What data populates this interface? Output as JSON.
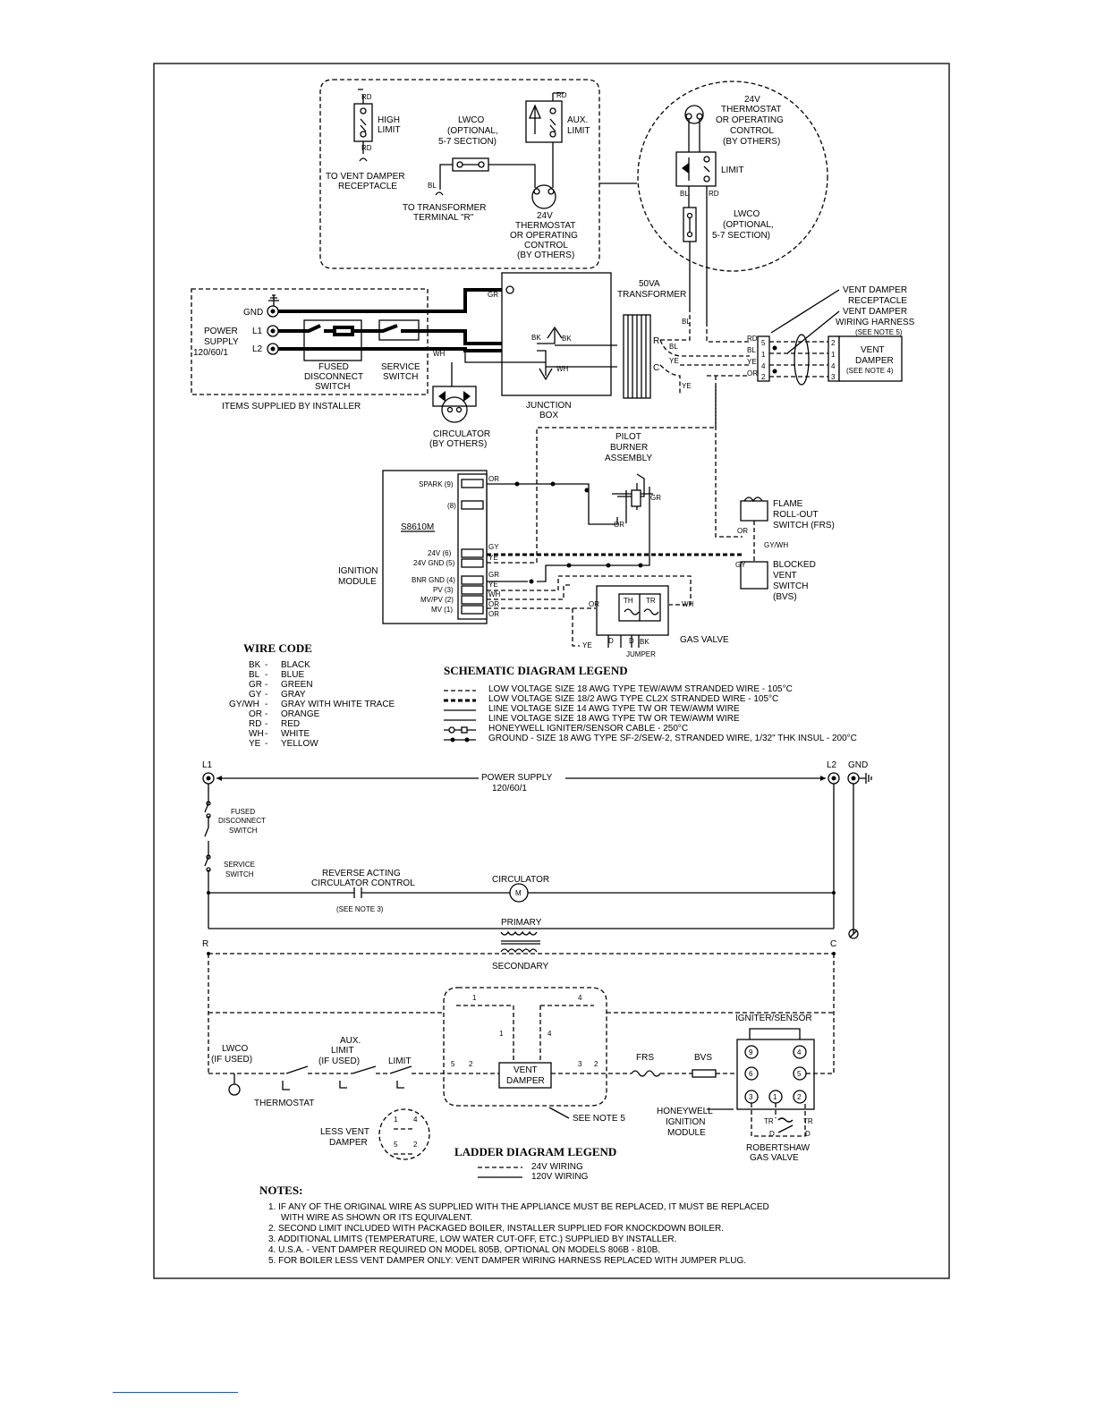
{
  "inset": {
    "high_limit": [
      "HIGH",
      "LIMIT"
    ],
    "lwco": [
      "LWCO",
      "(OPTIONAL,",
      "5-7 SECTION)"
    ],
    "aux_limit": [
      "AUX.",
      "LIMIT"
    ],
    "to_vent_damper": [
      "TO VENT DAMPER",
      "RECEPTACLE"
    ],
    "to_transformer": [
      "TO TRANSFORMER",
      "TERMINAL \"R\""
    ],
    "thermostat": [
      "24V",
      "THERMOSTAT",
      "OR OPERATING",
      "CONTROL",
      "(BY OTHERS)"
    ],
    "rd": "RD",
    "bl": "BL"
  },
  "circle_detail": {
    "thermostat": [
      "24V",
      "THERMOSTAT",
      "OR OPERATING",
      "CONTROL",
      "(BY OTHERS)"
    ],
    "limit": "LIMIT",
    "lwco": [
      "LWCO",
      "(OPTIONAL,",
      "5-7 SECTION)"
    ],
    "bl": "BL",
    "rd": "RD"
  },
  "power": {
    "label": [
      "POWER",
      "SUPPLY",
      "120/60/1"
    ],
    "gnd": "GND",
    "l1": "L1",
    "l2": "L2",
    "fused": [
      "FUSED",
      "DISCONNECT",
      "SWITCH"
    ],
    "service": [
      "SERVICE",
      "SWITCH"
    ],
    "items_supplied": "ITEMS SUPPLIED BY INSTALLER"
  },
  "junction": {
    "label": [
      "JUNCTION",
      "BOX"
    ],
    "gr": "GR",
    "bk": "BK",
    "wh": "WH",
    "circulator": [
      "CIRCULATOR",
      "(BY OTHERS)"
    ]
  },
  "transformer": {
    "label": [
      "50VA",
      "TRANSFORMER"
    ],
    "r": "R",
    "c": "C",
    "bl": "BL",
    "ye": "YE"
  },
  "vent": {
    "receptacle": [
      "VENT DAMPER",
      "RECEPTACLE"
    ],
    "harness": [
      "VENT DAMPER",
      "WIRING HARNESS",
      "(SEE NOTE 5)"
    ],
    "damper": [
      "VENT",
      "DAMPER",
      "(SEE NOTE 4)"
    ],
    "pins_left": [
      "5",
      "1",
      "4",
      "2"
    ],
    "pins_right": [
      "2",
      "1",
      "4",
      "3"
    ],
    "wires": [
      "RD",
      "BL",
      "YE",
      "OR"
    ]
  },
  "pilot": {
    "label": [
      "PILOT",
      "BURNER",
      "ASSEMBLY"
    ],
    "gr": "GR",
    "or": "OR"
  },
  "frs": {
    "label": [
      "FLAME",
      "ROLL-OUT",
      "SWITCH (FRS)"
    ],
    "or": "OR",
    "gywh": "GY/WH"
  },
  "bvs": {
    "label": [
      "BLOCKED",
      "VENT",
      "SWITCH",
      "(BVS)"
    ],
    "gy": "GY"
  },
  "module": {
    "name": "S8610M",
    "label": [
      "IGNITION",
      "MODULE"
    ],
    "terminals": [
      "SPARK (9)",
      "(8)",
      "24V (6)",
      "24V GND (5)",
      "BNR GND (4)",
      "PV (3)",
      "MV/PV (2)",
      "MV (1)"
    ],
    "wires": [
      "OR",
      "GY",
      "YE",
      "GR",
      "YE",
      "WH",
      "OR",
      "OR"
    ]
  },
  "gas_valve": {
    "label": "GAS VALVE",
    "th": "TH",
    "tr": "TR",
    "d": "D",
    "ye": "YE",
    "or": "OR",
    "wh": "WH",
    "bk": "BK",
    "jumper": "JUMPER"
  },
  "wire_code": {
    "title": "WIRE CODE",
    "rows": [
      [
        "BK",
        "BLACK"
      ],
      [
        "BL",
        "BLUE"
      ],
      [
        "GR",
        "GREEN"
      ],
      [
        "GY",
        "GRAY"
      ],
      [
        "GY/WH",
        "GRAY WITH WHITE TRACE"
      ],
      [
        "OR",
        "ORANGE"
      ],
      [
        "RD",
        "RED"
      ],
      [
        "WH",
        "WHITE"
      ],
      [
        "YE",
        "YELLOW"
      ]
    ]
  },
  "schematic_legend": {
    "title": "SCHEMATIC DIAGRAM LEGEND",
    "rows": [
      "LOW VOLTAGE SIZE 18 AWG TYPE TEW/AWM STRANDED WIRE - 105°C",
      "LOW VOLTAGE SIZE 18/2 AWG TYPE CL2X STRANDED WIRE - 105°C",
      "LINE VOLTAGE SIZE 14 AWG TYPE TW OR TEW/AWM WIRE",
      "LINE VOLTAGE SIZE 18 AWG TYPE TW OR TEW/AWM WIRE",
      "HONEYWELL IGNITER/SENSOR CABLE - 250°C",
      "GROUND - SIZE 18 AWG TYPE SF-2/SEW-2, STRANDED WIRE, 1/32\" THK INSUL - 200°C"
    ]
  },
  "ladder": {
    "l1": "L1",
    "l2": "L2",
    "gnd": "GND",
    "power_supply": [
      "POWER SUPPLY",
      "120/60/1"
    ],
    "fused": [
      "FUSED",
      "DISCONNECT",
      "SWITCH"
    ],
    "service": [
      "SERVICE",
      "SWITCH"
    ],
    "reverse": [
      "REVERSE ACTING",
      "CIRCULATOR CONTROL"
    ],
    "see_note_3": "(SEE NOTE 3)",
    "circulator": "CIRCULATOR",
    "m": "M",
    "primary": "PRIMARY",
    "secondary": "SECONDARY",
    "r": "R",
    "c": "C",
    "lwco": [
      "LWCO",
      "(IF USED)"
    ],
    "aux": [
      "AUX.",
      "LIMIT",
      "(IF USED)"
    ],
    "limit": "LIMIT",
    "thermostat": "THERMOSTAT",
    "vent_damper": [
      "VENT",
      "DAMPER"
    ],
    "see_note_5": "SEE NOTE 5",
    "frs": "FRS",
    "bvs": "BVS",
    "igniter": "IGNITER/SENSOR",
    "honeywell": [
      "HONEYWELL",
      "IGNITION",
      "MODULE"
    ],
    "robertshaw": [
      "ROBERTSHAW",
      "GAS VALVE"
    ],
    "less_vent": [
      "LESS VENT",
      "DAMPER"
    ],
    "vd_pins": [
      "1",
      "4",
      "5",
      "2",
      "3",
      "2",
      "1",
      "4",
      "1",
      "4"
    ],
    "module_pins": [
      "9",
      "4",
      "6",
      "5",
      "3",
      "1",
      "2"
    ],
    "tr": "TR",
    "d": "D"
  },
  "ladder_legend": {
    "title": "LADDER DIAGRAM LEGEND",
    "rows": [
      "24V WIRING",
      "120V WIRING"
    ]
  },
  "notes": {
    "title": "NOTES:",
    "items": [
      "1. IF ANY OF THE ORIGINAL WIRE AS SUPPLIED WITH THE APPLIANCE MUST BE REPLACED, IT MUST BE REPLACED",
      "WITH WIRE AS SHOWN OR ITS EQUIVALENT.",
      "2. SECOND LIMIT INCLUDED WITH PACKAGED BOILER, INSTALLER SUPPLIED FOR KNOCKDOWN BOILER.",
      "3. ADDITIONAL LIMITS (TEMPERATURE, LOW WATER CUT-OFF, ETC.) SUPPLIED BY INSTALLER.",
      "4. U.S.A. - VENT DAMPER REQUIRED ON MODEL 805B, OPTIONAL ON MODELS 806B - 810B.",
      "5. FOR BOILER LESS VENT DAMPER ONLY: VENT DAMPER WIRING HARNESS REPLACED WITH JUMPER PLUG."
    ]
  }
}
